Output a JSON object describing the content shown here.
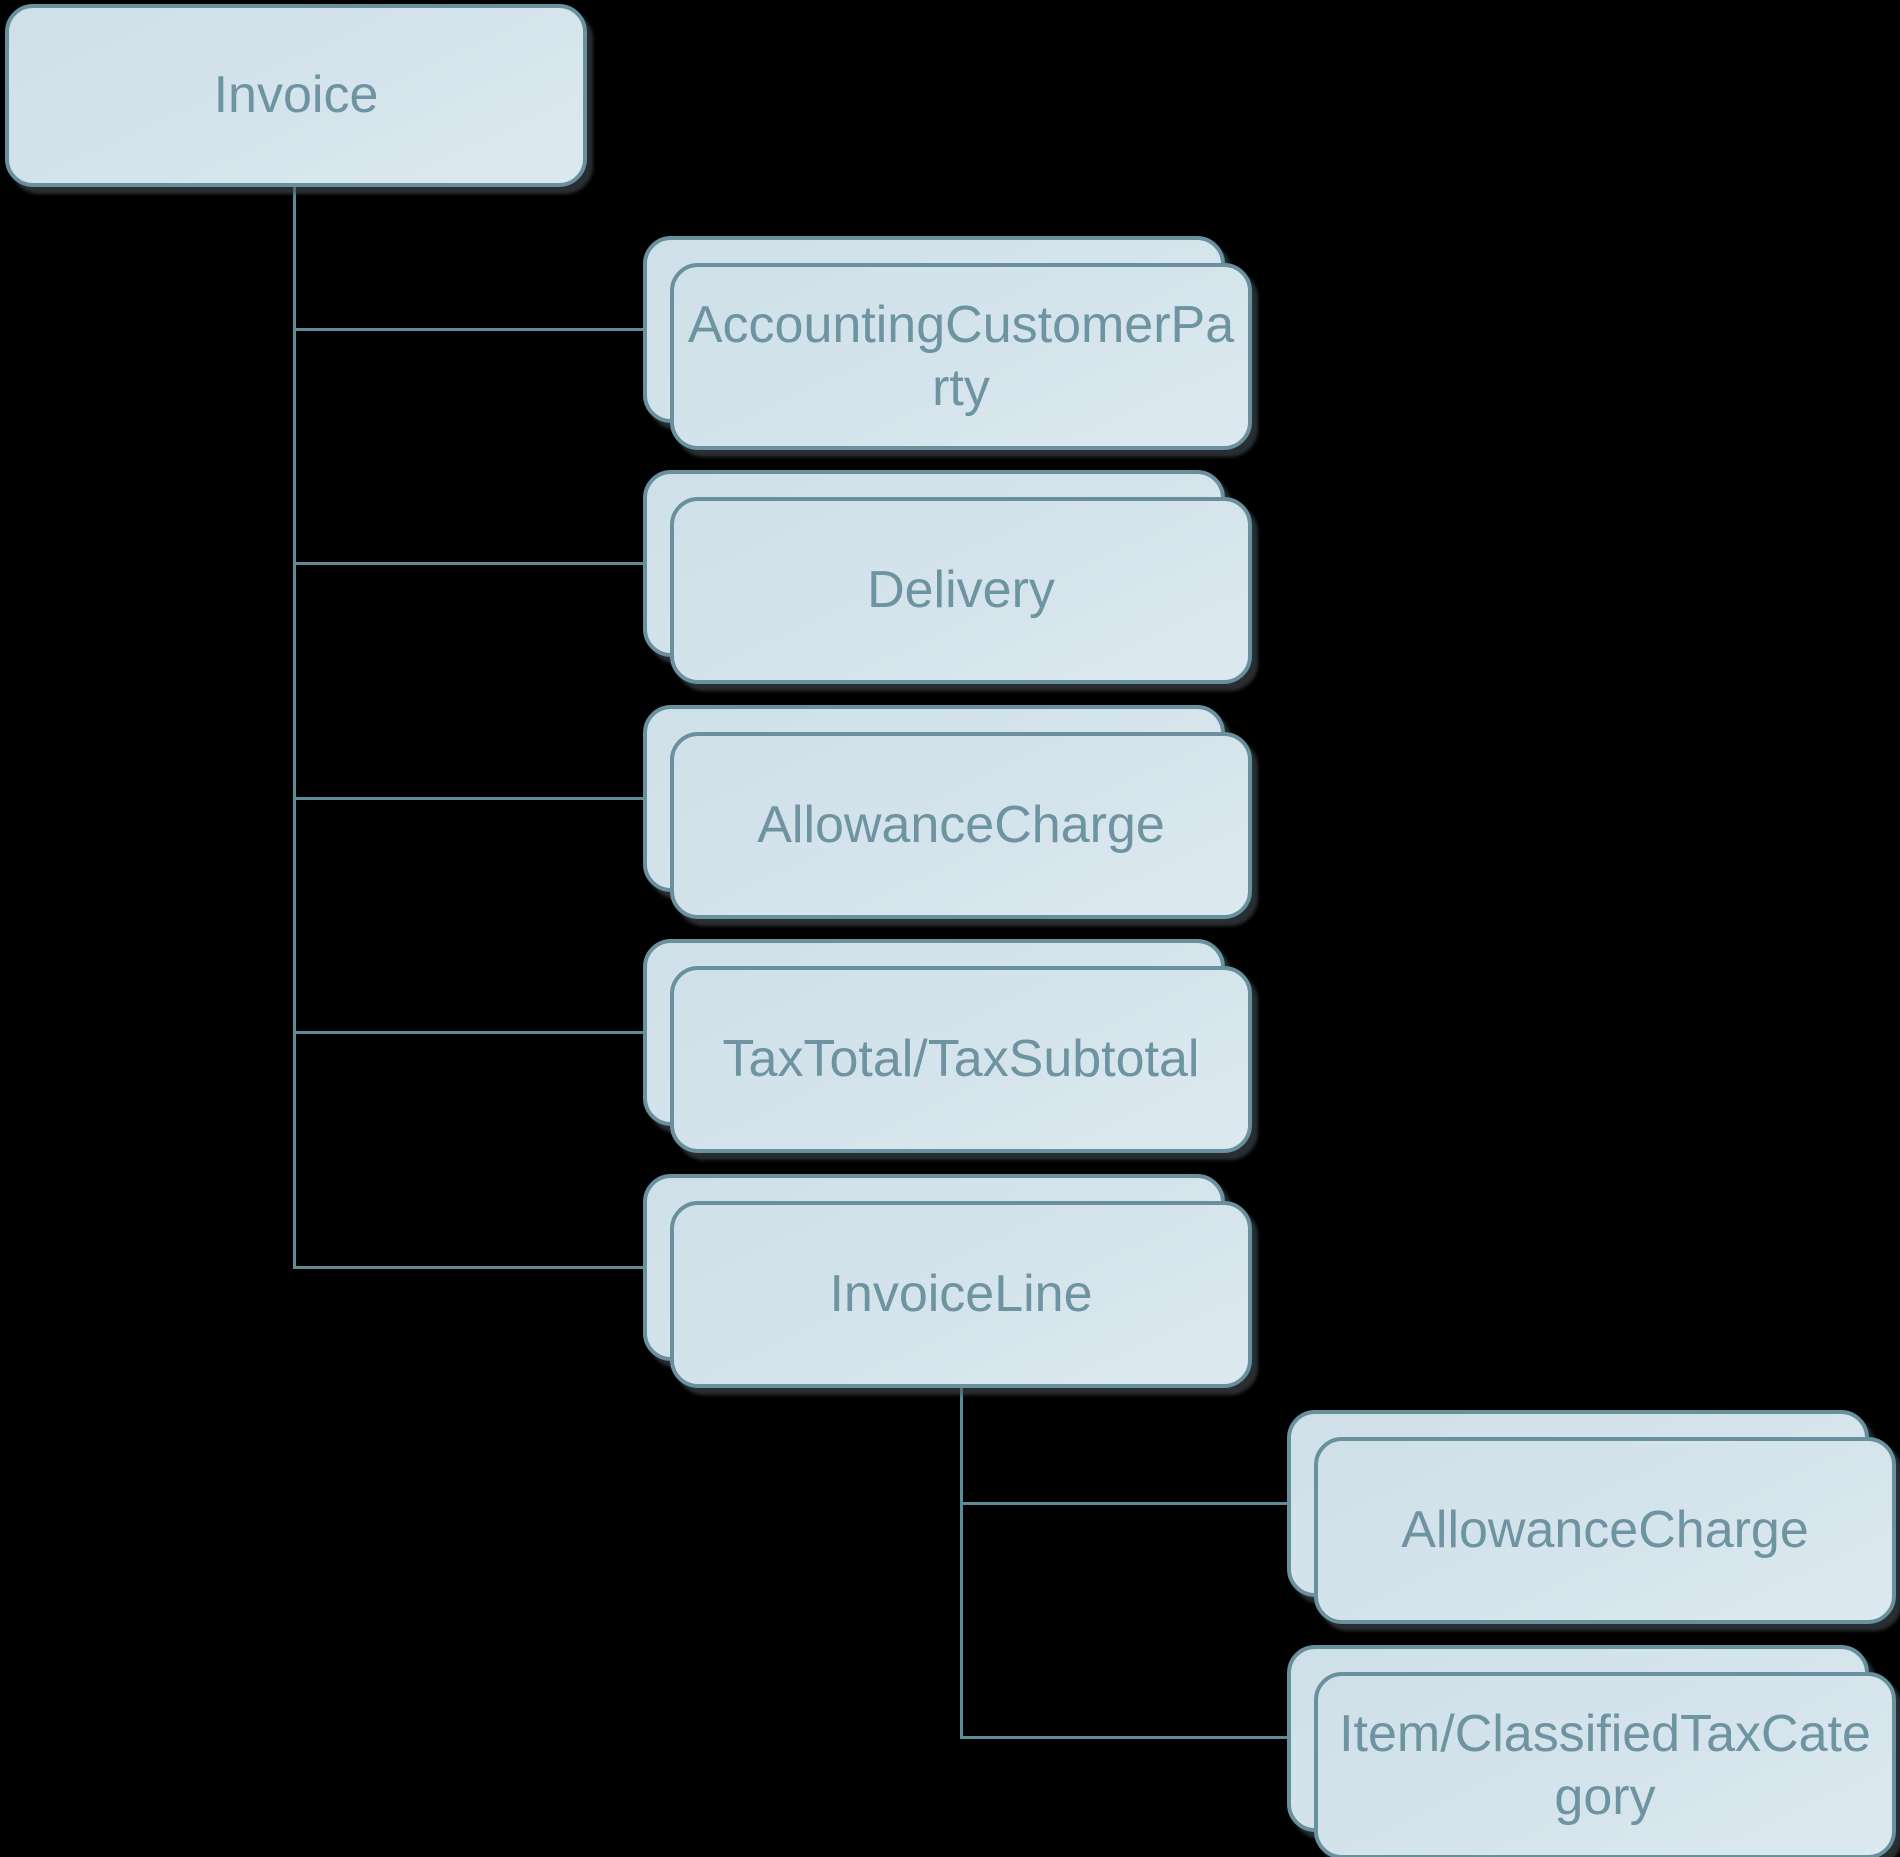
{
  "diagram": {
    "type": "tree",
    "background_color": "#000000",
    "box_fill_color": "#d5e4ec",
    "box_border_color": "#68909d",
    "text_color": "#6e93a1",
    "connector_color": "#5f8a97",
    "root": {
      "label": "Invoice",
      "display": "Invoice",
      "multiple": false
    },
    "children": [
      {
        "label": "AccountingCustomerParty",
        "display": "AccountingCustomerPa\nrty",
        "multiple": true
      },
      {
        "label": "Delivery",
        "display": "Delivery",
        "multiple": true
      },
      {
        "label": "AllowanceCharge",
        "display": "AllowanceCharge",
        "multiple": true
      },
      {
        "label": "TaxTotal/TaxSubtotal",
        "display": "TaxTotal/TaxSubtotal",
        "multiple": true
      },
      {
        "label": "InvoiceLine",
        "display": "InvoiceLine",
        "multiple": true,
        "children": [
          {
            "label": "AllowanceCharge",
            "display": "AllowanceCharge",
            "multiple": true
          },
          {
            "label": "Item/ClassifiedTaxCategory",
            "display": "Item/ClassifiedTaxCate\ngory",
            "multiple": true
          }
        ]
      }
    ]
  }
}
